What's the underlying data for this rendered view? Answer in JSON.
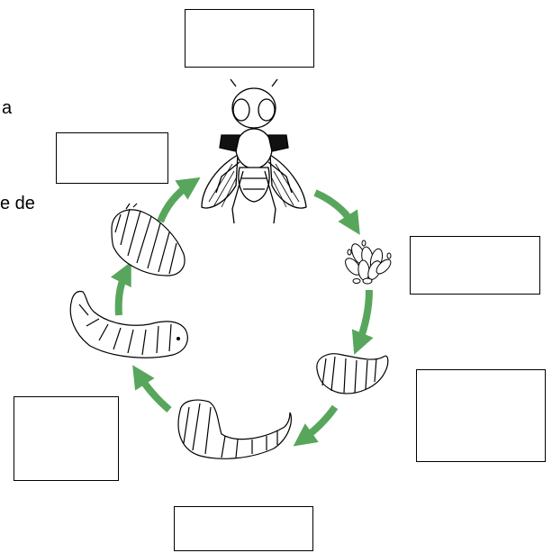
{
  "text_fragments": {
    "fragment_1": "a",
    "fragment_2": "e de"
  },
  "label_boxes": {
    "top": "",
    "upper_left": "",
    "right_upper": "",
    "right_lower": "",
    "left_lower": "",
    "bottom": ""
  },
  "stages": [
    "adult-fly",
    "eggs",
    "larva-1",
    "larva-2",
    "larva-3",
    "pupa"
  ],
  "colors": {
    "arrow": "#58a65c",
    "ink": "#000000",
    "background": "#ffffff"
  }
}
